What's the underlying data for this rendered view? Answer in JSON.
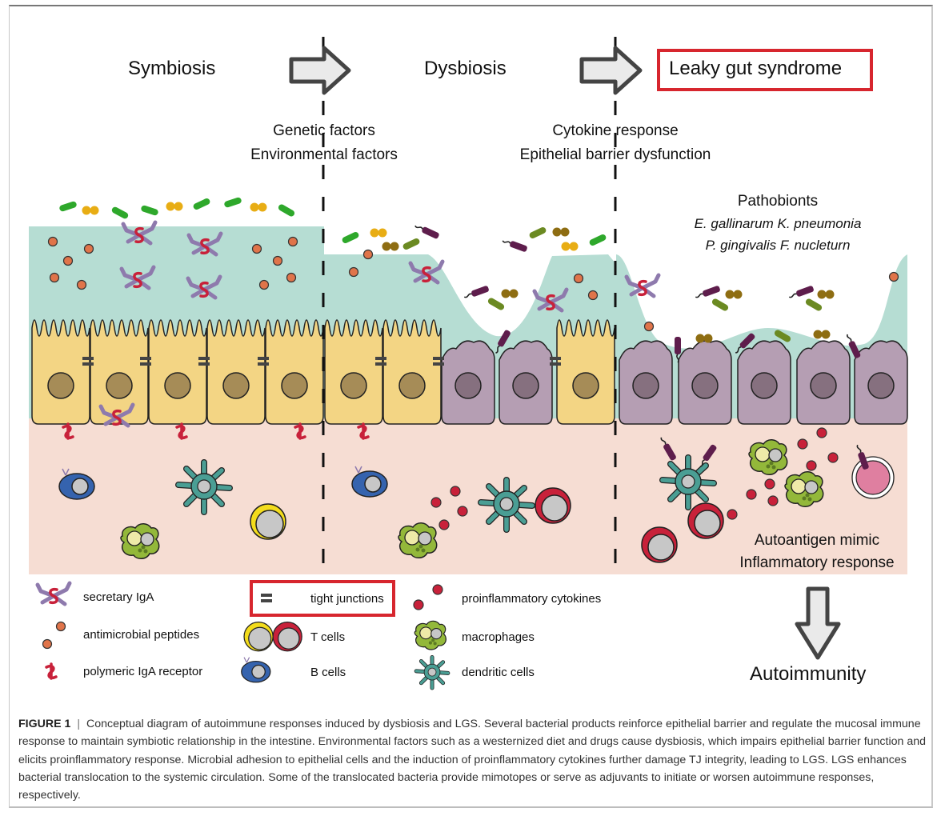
{
  "figure": {
    "stages": [
      "Symbiosis",
      "Dysbiosis",
      "Leaky gut syndrome"
    ],
    "transition_1": {
      "lines": [
        "Genetic factors",
        "Environmental factors"
      ]
    },
    "transition_2": {
      "lines": [
        "Cytokine response",
        "Epithelial barrier dysfunction"
      ]
    },
    "pathobionts": {
      "title": "Pathobionts",
      "species_line_1": "E. gallinarum K. pneumonia",
      "species_line_2": "P. gingivalis F. nucleturn"
    },
    "lgs_effects": [
      "Autoantigen mimic",
      "Inflammatory response"
    ],
    "outcome": "Autoimmunity",
    "highlight_color": "#d7262e",
    "colors": {
      "mucus": "#b6ddd3",
      "lamina_propria": "#f6ddd3",
      "healthy_epithelium": "#f3d584",
      "damaged_epithelium": "#b59eb3",
      "healthy_nucleus": "#a68c57",
      "damaged_nucleus": "#86707f",
      "commensal_bacteria": "#2ea82b",
      "cocci": "#e8ad14",
      "pathobiont": "#5e1d4c",
      "antimicrobial_peptide": "#e0744a",
      "cytokine": "#c8213a",
      "dendritic_cell": "#4a9e94",
      "macrophage": "#93b83a",
      "b_cell": "#3563ae",
      "t_cell_yellow": "#f3dc1c",
      "t_cell_red": "#c8213a",
      "iga": "#8e7aad"
    }
  },
  "legend": {
    "items": [
      {
        "icon": "secretory-iga-icon",
        "label": "secretary IgA"
      },
      {
        "icon": "antimicrobial-peptides-icon",
        "label": "antimicrobial peptides"
      },
      {
        "icon": "polymeric-iga-receptor-icon",
        "label": "polymeric IgA receptor"
      },
      {
        "icon": "tight-junction-icon",
        "label": "tight junctions"
      },
      {
        "icon": "t-cells-icon",
        "label": "T cells"
      },
      {
        "icon": "b-cells-icon",
        "label": "B cells"
      },
      {
        "icon": "cytokines-icon",
        "label": "proinflammatory cytokines"
      },
      {
        "icon": "macrophage-icon",
        "label": "macrophages"
      },
      {
        "icon": "dendritic-cell-icon",
        "label": "dendritic cells"
      }
    ]
  },
  "caption": {
    "label": "FIGURE 1",
    "separator": "|",
    "text": "Conceptual diagram of autoimmune responses induced by dysbiosis and LGS. Several bacterial products reinforce epithelial barrier and regulate the mucosal immune response to maintain symbiotic relationship in the intestine. Environmental factors such as a westernized diet and drugs cause dysbiosis, which impairs epithelial barrier function and elicits proinflammatory response. Microbial adhesion to epithelial cells and the induction of proinflammatory cytokines further damage TJ integrity, leading to LGS. LGS enhances bacterial translocation to the systemic circulation. Some of the translocated bacteria provide mimotopes or serve as adjuvants to initiate or worsen autoimmune responses, respectively."
  }
}
